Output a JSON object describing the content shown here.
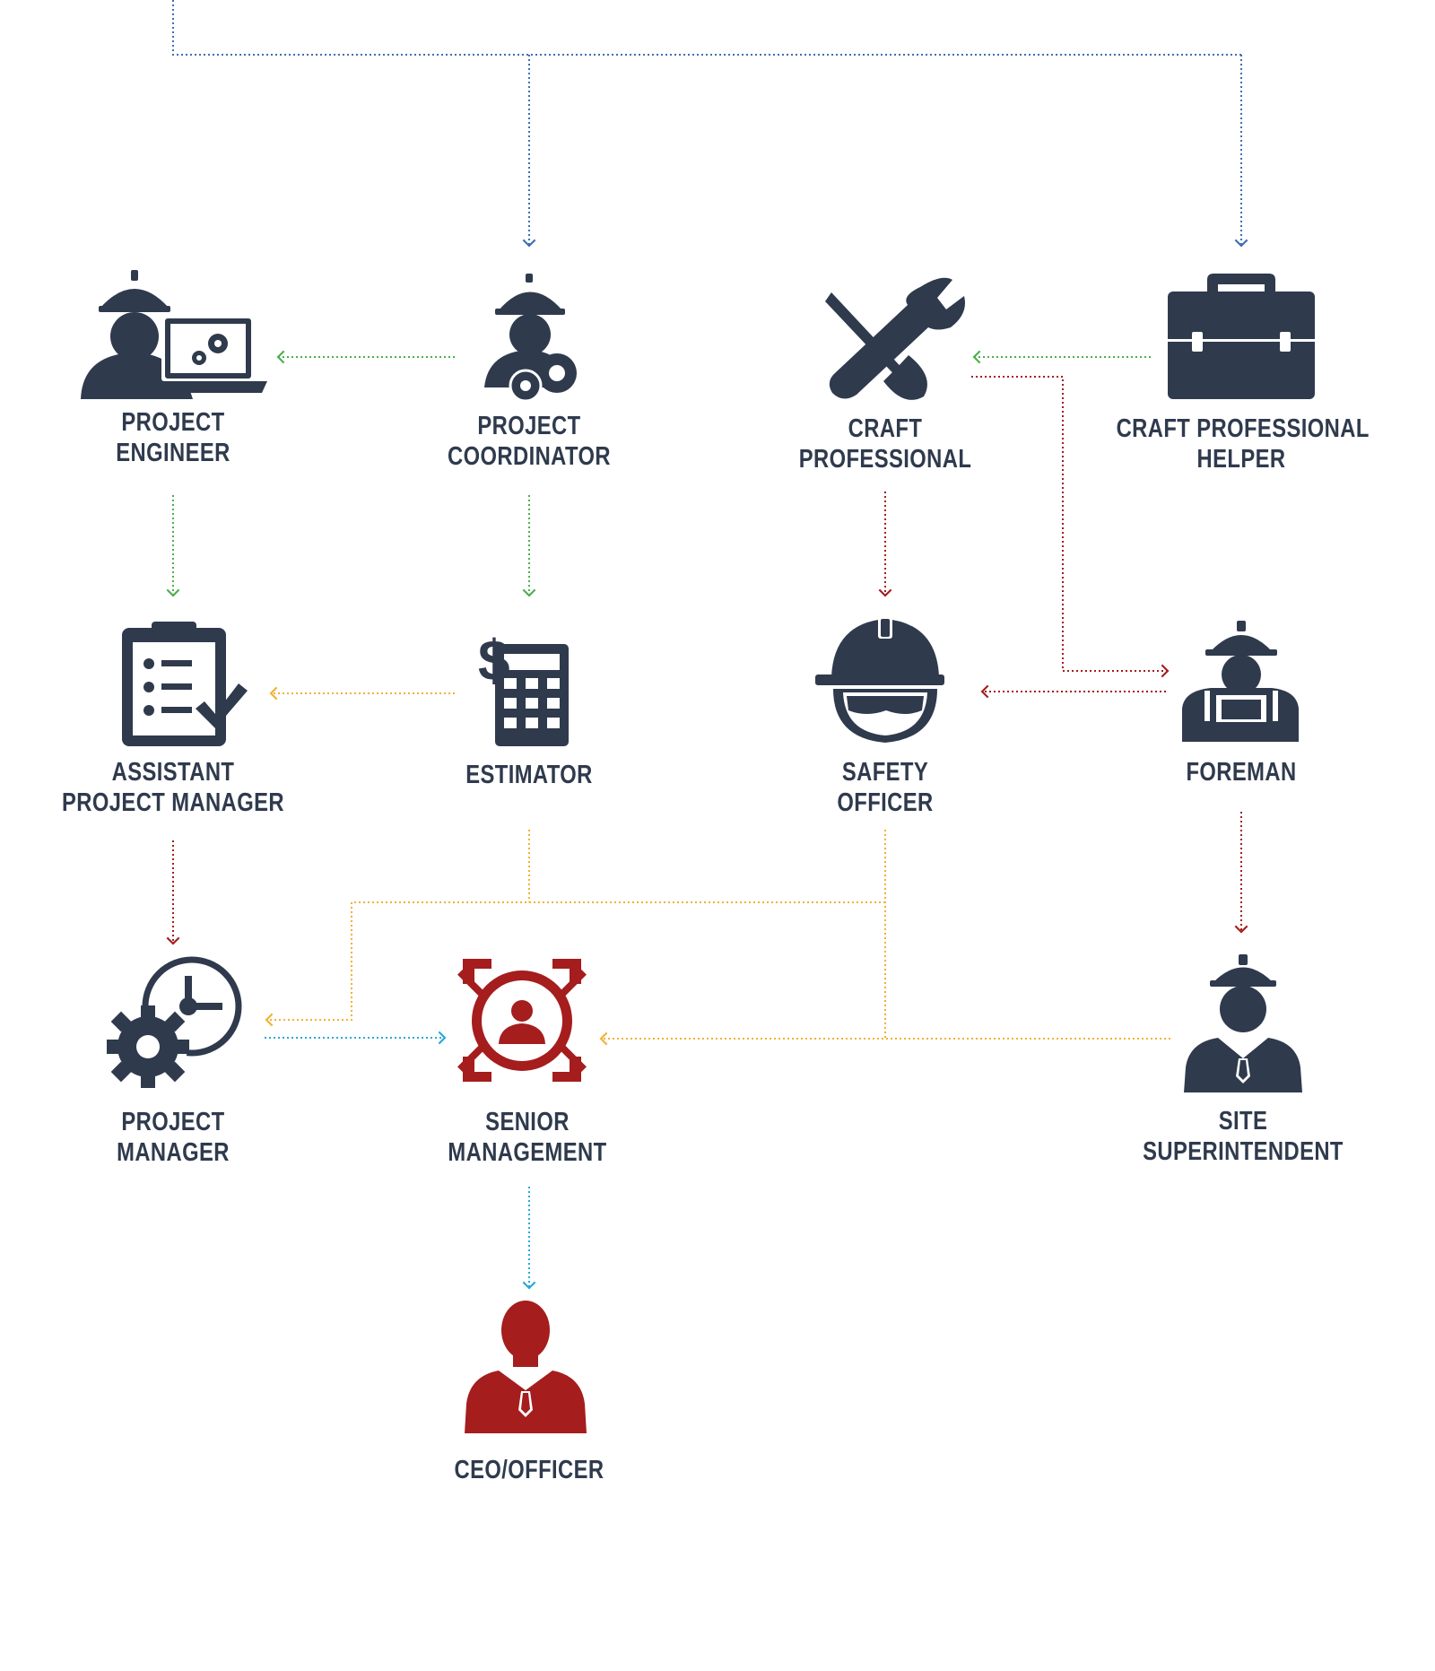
{
  "colors": {
    "navy": "#2f3a4d",
    "red": "#a51d1d",
    "blue_link": "#3d6fb3",
    "green_link": "#4cb04c",
    "orange_link": "#f2b134",
    "darkred_link": "#a51d1d",
    "cyan_link": "#29a8d9"
  },
  "roles": {
    "project_engineer": {
      "line1": "PROJECT",
      "line2": "ENGINEER",
      "icon": "engineer-laptop-icon"
    },
    "project_coordinator": {
      "line1": "PROJECT",
      "line2": "COORDINATOR",
      "icon": "worker-gears-icon"
    },
    "craft_professional": {
      "line1": "CRAFT",
      "line2": "PROFESSIONAL",
      "icon": "wrench-screwdriver-icon"
    },
    "craft_professional_helper": {
      "line1": "CRAFT PROFESSIONAL",
      "line2": "HELPER",
      "icon": "toolbox-icon"
    },
    "assistant_project_manager": {
      "line1": "ASSISTANT",
      "line2": "PROJECT MANAGER",
      "icon": "clipboard-checklist-icon"
    },
    "estimator": {
      "line1": "ESTIMATOR",
      "icon": "calculator-dollar-icon"
    },
    "safety_officer": {
      "line1": "SAFETY",
      "line2": "OFFICER",
      "icon": "hardhat-goggles-icon"
    },
    "foreman": {
      "line1": "FOREMAN",
      "icon": "foreman-overalls-icon"
    },
    "project_manager": {
      "line1": "PROJECT",
      "line2": "MANAGER",
      "icon": "gear-clock-icon"
    },
    "senior_management": {
      "line1": "SENIOR",
      "line2": "MANAGEMENT",
      "icon": "person-expand-arrows-icon"
    },
    "site_superintendent": {
      "line1": "SITE",
      "line2": "SUPERINTENDENT",
      "icon": "superintendent-suit-icon"
    },
    "ceo_officer": {
      "line1": "CEO/OFFICER",
      "icon": "executive-person-icon"
    }
  }
}
